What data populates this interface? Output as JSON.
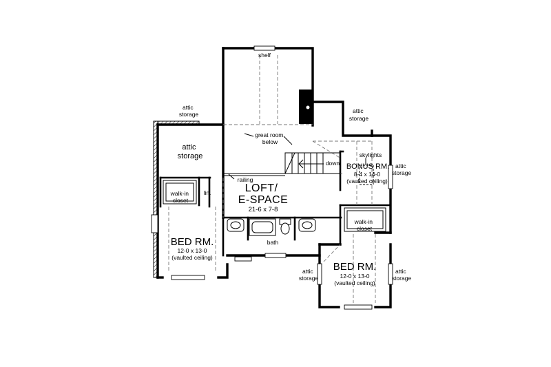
{
  "labels": {
    "shelf": "shelf",
    "attic_storage_top_left": [
      "attic",
      "storage"
    ],
    "attic_storage_left": [
      "attic",
      "storage"
    ],
    "attic_storage_top_right": [
      "attic",
      "storage"
    ],
    "attic_storage_right_upper": [
      "attic",
      "storage"
    ],
    "attic_storage_center_low": [
      "attic",
      "storage"
    ],
    "attic_storage_right_lower": [
      "attic",
      "storage"
    ],
    "great_room_below": [
      "great room",
      "below"
    ],
    "down": "down",
    "skylights": "skylights",
    "railing": "railing",
    "walkin_closet_left": [
      "walk-in",
      "closet"
    ],
    "linen": "lin.",
    "walkin_closet_right": [
      "walk-in",
      "closet"
    ],
    "bath": "bath"
  },
  "rooms": {
    "loft": {
      "name": [
        "LOFT/",
        "E-SPACE"
      ],
      "dims": "21-6  x  7-8"
    },
    "bonus": {
      "name": "BONUS RM.",
      "dims": "8-4  x  14-0",
      "note": "(vaulted ceiling)"
    },
    "bed_left": {
      "name": "BED RM.",
      "dims": "12-0  x  13-0",
      "note": "(vaulted ceiling)"
    },
    "bed_right": {
      "name": "BED RM.",
      "dims": "12-0  x  13-0",
      "note": "(vaulted ceiling)"
    }
  }
}
